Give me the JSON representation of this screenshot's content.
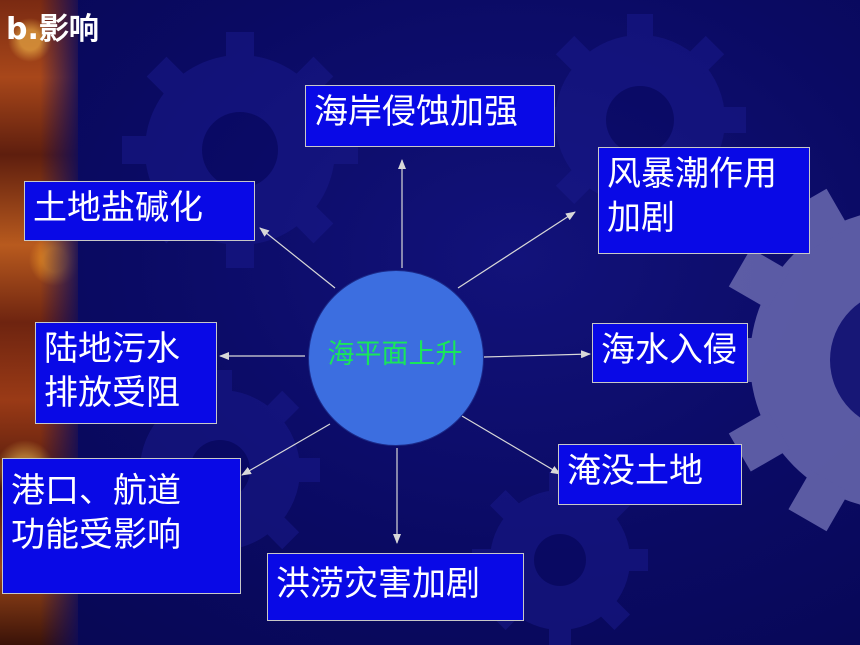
{
  "title": "b.影响",
  "center": {
    "label": "海平面上升"
  },
  "effects": {
    "coast_erosion": "海岸侵蚀加强",
    "storm_surge": [
      "风暴潮作用",
      "加剧"
    ],
    "salinization": "土地盐碱化",
    "drainage": [
      "陆地污水",
      "排放受阻"
    ],
    "seawater_intrusion": "海水入侵",
    "port": [
      "港口、航道",
      "功能受影响"
    ],
    "inundation": "淹没土地",
    "flood": "洪涝灾害加剧"
  },
  "colors": {
    "background": "#0a0a63",
    "box_fill": "#0909e6",
    "circle_fill": "#3c6ee0",
    "center_text": "#19e65a",
    "text": "#ffffff"
  }
}
